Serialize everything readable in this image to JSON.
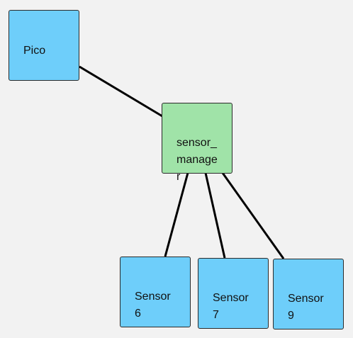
{
  "diagram": {
    "nodes": [
      {
        "id": "pico",
        "label": "Pico",
        "color": "#6ecefa"
      },
      {
        "id": "manager",
        "label": "sensor_\nmanage\nr",
        "color": "#a0e3a8"
      },
      {
        "id": "s6",
        "label": "Sensor\n6",
        "color": "#6ecefa"
      },
      {
        "id": "s7",
        "label": "Sensor\n7",
        "color": "#6ecefa"
      },
      {
        "id": "s9",
        "label": "Sensor\n9",
        "color": "#6ecefa"
      }
    ],
    "edges": [
      {
        "from": "pico",
        "to": "manager"
      },
      {
        "from": "manager",
        "to": "s6"
      },
      {
        "from": "manager",
        "to": "s7"
      },
      {
        "from": "manager",
        "to": "s9"
      }
    ],
    "edge_color": "#000000"
  }
}
